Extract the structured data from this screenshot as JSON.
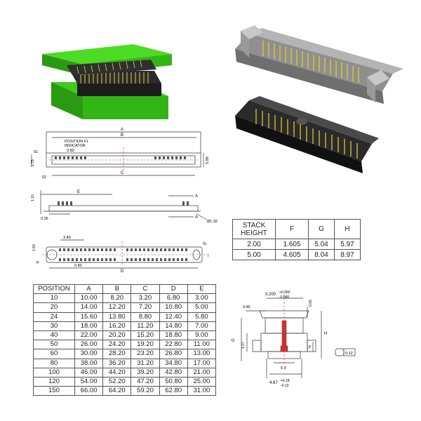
{
  "stack_table": {
    "header": [
      "STACK\nHEIGHT",
      "F",
      "G",
      "H"
    ],
    "rows": [
      [
        "2.00",
        "1.605",
        "5.04",
        "5.97"
      ],
      [
        "5.00",
        "4.605",
        "8.04",
        "8.97"
      ]
    ]
  },
  "position_table": {
    "header": [
      "POSITION",
      "A",
      "B",
      "C",
      "D",
      "E"
    ],
    "rows": [
      [
        "10",
        "10.00",
        "8.20",
        "3.20",
        "6.80",
        "3.00"
      ],
      [
        "20",
        "14.00",
        "12.20",
        "7.20",
        "10.80",
        "5.00"
      ],
      [
        "24",
        "15.60",
        "13.80",
        "8.80",
        "12.40",
        "5.80"
      ],
      [
        "30",
        "18.00",
        "16.20",
        "11.20",
        "14.80",
        "7.00"
      ],
      [
        "40",
        "22.00",
        "20.20",
        "15.20",
        "18.80",
        "9.00"
      ],
      [
        "50",
        "26.00",
        "24.20",
        "19.20",
        "22.80",
        "11.00"
      ],
      [
        "60",
        "30.00",
        "28.20",
        "23.20",
        "26.80",
        "13.00"
      ],
      [
        "80",
        "38.00",
        "36.20",
        "31.20",
        "34.80",
        "17.00"
      ],
      [
        "100",
        "46.00",
        "44.20",
        "39.20",
        "42.80",
        "21.00"
      ],
      [
        "120",
        "54.00",
        "52.20",
        "47.20",
        "50.80",
        "25.00"
      ],
      [
        "150",
        "66.00",
        "64.20",
        "59.20",
        "62.80",
        "31.00"
      ]
    ]
  },
  "top_view": {
    "dim_a": "A",
    "dim_b": "B",
    "dim_c": "C",
    "position_label": "POSITION #1",
    "indicator_label": "INDICATOR",
    "dim_080": "0.80",
    "dim_01": "01",
    "dim_02": "02",
    "dim_375": "3.75",
    "dim_500": "5.00"
  },
  "side_view": {
    "dim_e": "E",
    "dim_110": "1.10",
    "dim_035": "0.35",
    "section_a": "A",
    "hole_dim": "Ø1.32"
  },
  "bottom_view": {
    "dim_340": "3.40",
    "dim_150": "1.50",
    "dim_080": "0.80",
    "dim_d": "D",
    "dim_p": "P",
    "dim_i": "I",
    "dim_ref": "20"
  },
  "section_view": {
    "dim_top_main": "3.200",
    "dim_top_tol_plus": "+0.050",
    "dim_top_tol_minus": "-0.060",
    "dim_046": "0.46",
    "dim_065": "0.65",
    "dim_g": "G",
    "dim_107": "1.07",
    "dim_h": "H",
    "dim_f": "F",
    "dim_09": "0.9",
    "dim_012": "0.12",
    "dim_bottom_main": "4.67",
    "dim_bottom_tol_plus": "+0.18",
    "dim_bottom_tol_minus": "-0.13"
  }
}
